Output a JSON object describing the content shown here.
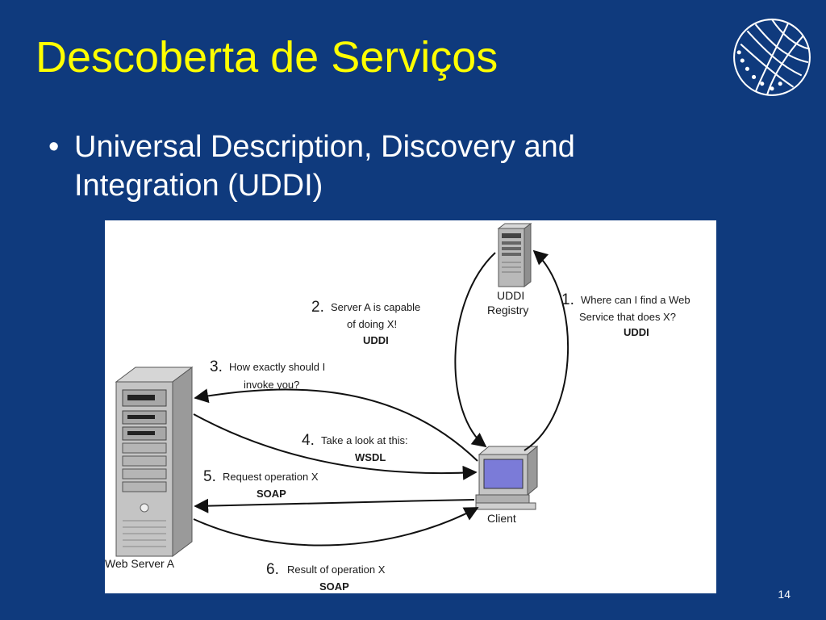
{
  "slide": {
    "title": "Descoberta de Serviços",
    "bullet_symbol": "•",
    "bullet_text": "Universal Description, Discovery and Integration (UDDI)",
    "page_number": "14"
  },
  "diagram": {
    "nodes": {
      "registry_line1": "UDDI",
      "registry_line2": "Registry",
      "client": "Client",
      "web_server": "Web Server A"
    },
    "steps": [
      {
        "num": "1.",
        "line1": "Where can I find a Web",
        "line2": "Service that does X?",
        "protocol": "UDDI"
      },
      {
        "num": "2.",
        "line1": "Server A is capable",
        "line2": "of doing X!",
        "protocol": "UDDI"
      },
      {
        "num": "3.",
        "line1": "How exactly should I",
        "line2": "invoke you?"
      },
      {
        "num": "4.",
        "line1": "Take a look at this:",
        "protocol": "WSDL"
      },
      {
        "num": "5.",
        "line1": "Request operation X",
        "protocol": "SOAP"
      },
      {
        "num": "6.",
        "line1": "Result of operation X",
        "protocol": "SOAP"
      }
    ]
  },
  "colors": {
    "background": "#0f3a7d",
    "title": "#ffff00",
    "text": "#ffffff"
  }
}
